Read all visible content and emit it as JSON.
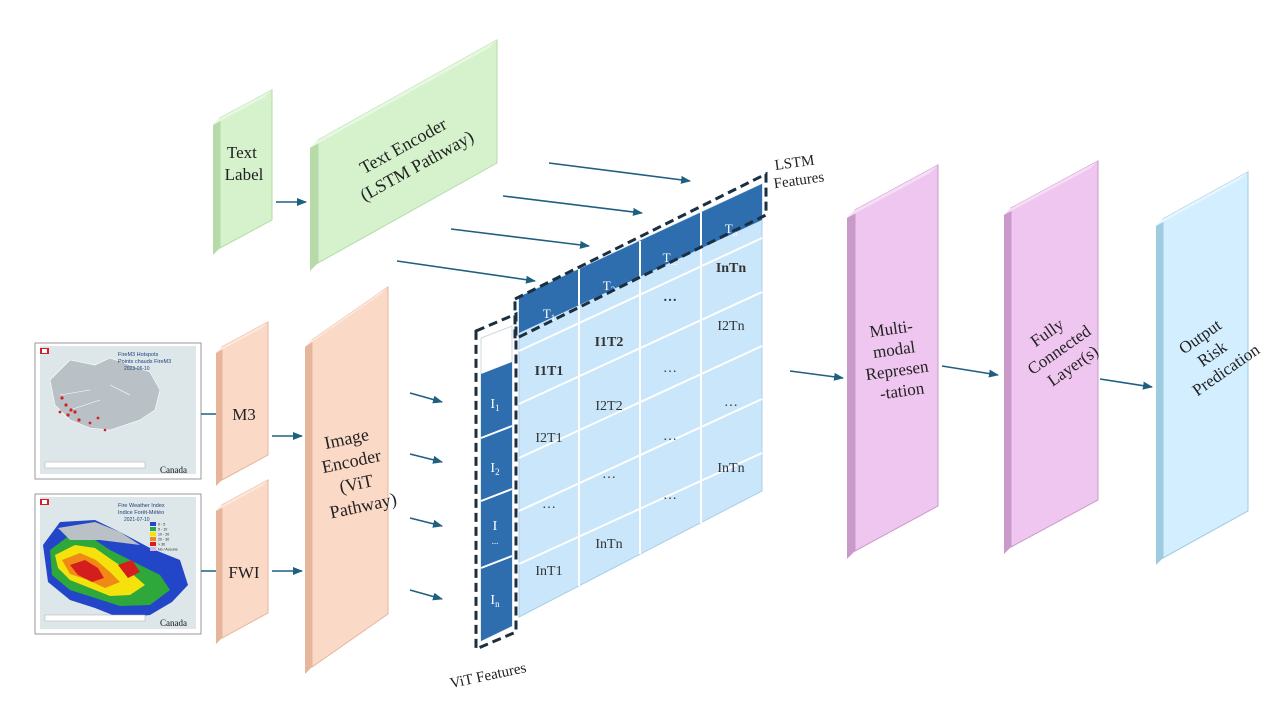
{
  "text_label": [
    "Text",
    "Label"
  ],
  "text_encoder": [
    "Text Encoder",
    "(LSTM Pathway)"
  ],
  "m3_label": "M3",
  "fwi_label": "FWI",
  "image_encoder": [
    "Image",
    "Encoder",
    "(ViT",
    "Pathway)"
  ],
  "lstm_features": [
    "LSTM",
    "Features"
  ],
  "vit_features": "ViT Features",
  "multimodal": [
    "Multi-",
    "modal",
    "Represen",
    "-tation"
  ],
  "fully_connected": [
    "Fully",
    "Connected",
    "Layer(s)"
  ],
  "output": [
    "Output",
    "Risk",
    "Predication"
  ],
  "t_header": [
    {
      "base": "T",
      "sub": "1"
    },
    {
      "base": "T",
      "sub": "2"
    },
    {
      "base": "T",
      "sub": "..."
    },
    {
      "base": "T",
      "sub": "n"
    }
  ],
  "i_column": [
    {
      "base": "I",
      "sub": "1"
    },
    {
      "base": "I",
      "sub": "2"
    },
    {
      "base": "I",
      "sub": "..."
    },
    {
      "base": "I",
      "sub": "n"
    }
  ],
  "matrix": [
    [
      "",
      "",
      "…",
      "InTn"
    ],
    [
      "I1T1",
      "I1T2",
      "…",
      "I2Tn"
    ],
    [
      "I2T1",
      "I2T2",
      "…",
      "…"
    ],
    [
      "…",
      "…",
      "…",
      "InTn"
    ],
    [
      "…",
      "…",
      "…",
      ""
    ],
    [
      "InT1",
      "InTn",
      "…",
      ""
    ]
  ],
  "m3_map": {
    "title1": "FireM3 Hotspots",
    "title2": "Points chauds FireM3",
    "date": "2023-06-10",
    "brand": "Canada"
  },
  "fwi_map": {
    "title1": "Fire Weather Index",
    "title2": "Indice Forêt-Météo",
    "date": "2021-07-10",
    "brand": "Canada",
    "legend": [
      "0 - 5",
      "5 - 10",
      "10 - 20",
      "20 - 30",
      "> 30",
      "No / Aucune"
    ]
  },
  "colors": {
    "green_box": "#d5f2cc",
    "peach_box": "#fbd9c7",
    "pink_box": "#efc6ef",
    "cyan_box": "#d3efff",
    "dark_blue": "#2f6eae",
    "light_blue_cell": "#c9e6fb",
    "arrow": "#1f5f80"
  }
}
